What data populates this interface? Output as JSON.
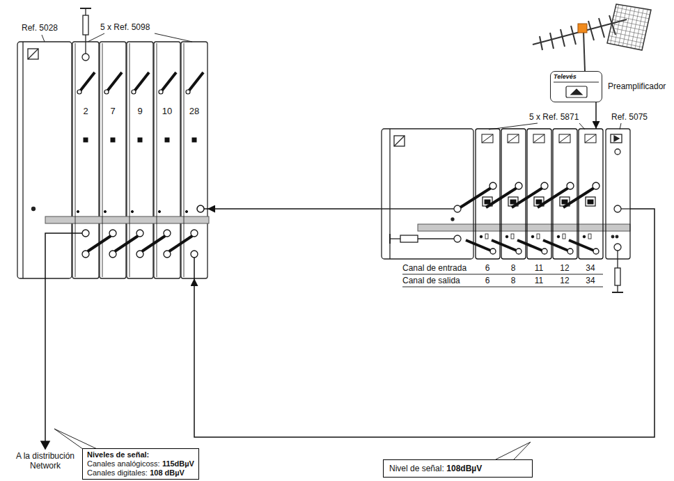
{
  "diagram": {
    "nodes": [
      {
        "text": [
          "Televés",
          "Preamplificador"
        ]
      },
      {
        "text": [
          "5 x Ref. 5871"
        ]
      },
      {
        "text": [
          "Ref. 5075"
        ]
      },
      {
        "text": [
          "Ref. 5028"
        ]
      },
      {
        "text": [
          "5 x Ref. 5098"
        ]
      },
      {
        "text": [
          "2"
        ],
        "in": 4
      },
      {
        "text": [
          "7"
        ],
        "in": 4
      },
      {
        "text": [
          "9"
        ],
        "in": 4
      },
      {
        "text": [
          "10"
        ],
        "in": 4
      },
      {
        "text": [
          "28"
        ],
        "in": 4
      },
      {
        "text": [
          "Niveles de señal:",
          "Canales analógicoss:",
          "115dBµV",
          "Canales digitales:",
          "108 dBµV"
        ]
      },
      {
        "text": [
          "Nivel de señal:",
          "108dBµV"
        ]
      }
    ],
    "edges": [
      {
        "from": 0,
        "to": 1,
        "arrow": "to"
      },
      {
        "from": 1,
        "to": 9,
        "arrow": "to"
      },
      {
        "from": 2,
        "to": 9,
        "arrow": "to"
      }
    ],
    "labels": [
      "Canal de entrada",
      "6",
      "8",
      "11",
      "12",
      "34",
      "Canal de salida",
      "6",
      "8",
      "11",
      "12",
      "34",
      "A la distribución Network"
    ]
  }
}
